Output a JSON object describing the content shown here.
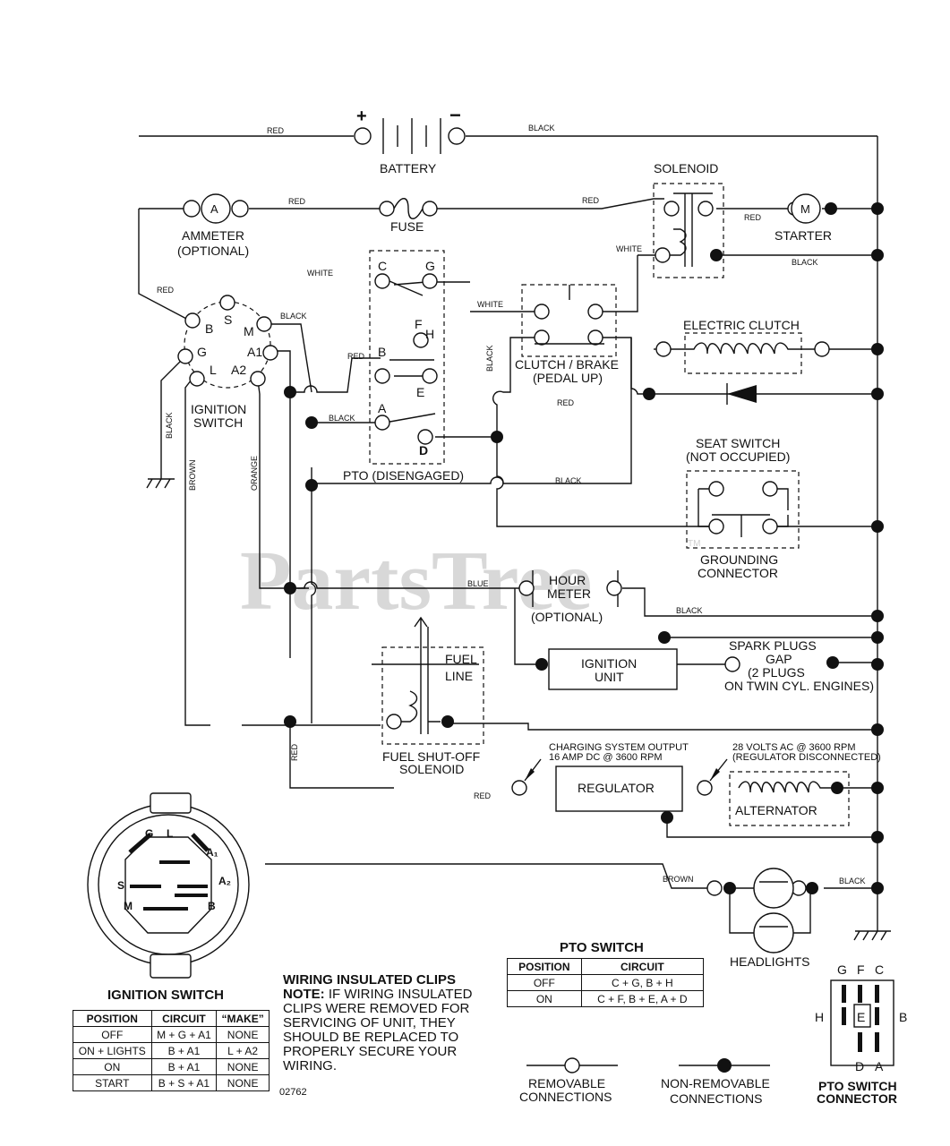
{
  "watermark": "PartsTree",
  "watermark_tm": "TM",
  "components": {
    "battery": "BATTERY",
    "battery_plus": "+",
    "battery_minus": "−",
    "solenoid": "SOLENOID",
    "ammeter_symbol": "A",
    "ammeter_line1": "AMMETER",
    "ammeter_line2": "(OPTIONAL)",
    "fuse": "FUSE",
    "starter_symbol": "M",
    "starter": "STARTER",
    "electric_clutch": "ELECTRIC CLUTCH",
    "clutch_line1": "CLUTCH / BRAKE",
    "clutch_line2": "(PEDAL UP)",
    "ignition_line1": "IGNITION",
    "ignition_line2": "SWITCH",
    "pto": "PTO (DISENGAGED)",
    "seat_line1": "SEAT SWITCH",
    "seat_line2": "(NOT OCCUPIED)",
    "grounding_line1": "GROUNDING",
    "grounding_line2": "CONNECTOR",
    "hour_line1": "HOUR",
    "hour_line2": "METER",
    "hour_line3": "(OPTIONAL)",
    "ign_unit_line1": "IGNITION",
    "ign_unit_line2": "UNIT",
    "spark_line1": "SPARK PLUGS",
    "spark_line2": "GAP",
    "spark_line3": "(2 PLUGS",
    "spark_line4": "ON TWIN CYL. ENGINES)",
    "fuel_line1": "FUEL",
    "fuel_line2": "LINE",
    "fuel_sol_line1": "FUEL SHUT-OFF",
    "fuel_sol_line2": "SOLENOID",
    "charging_line1": "CHARGING SYSTEM OUTPUT",
    "charging_line2": "16 AMP DC @ 3600 RPM",
    "regulator": "REGULATOR",
    "volts_line1": "28 VOLTS AC @ 3600 RPM",
    "volts_line2": "(REGULATOR DISCONNECTED)",
    "alternator": "ALTERNATOR",
    "headlights": "HEADLIGHTS"
  },
  "terminals": {
    "ign_B": "B",
    "ign_S": "S",
    "ign_M": "M",
    "ign_G": "G",
    "ign_L": "L",
    "ign_A1": "A1",
    "ign_A2": "A2",
    "pto_C": "C",
    "pto_G": "G",
    "pto_F": "F",
    "pto_H": "H",
    "pto_B": "B",
    "pto_E": "E",
    "pto_A": "A",
    "pto_D": "D"
  },
  "wires": {
    "red_battery": "RED",
    "black_battery": "BLACK",
    "red_ammeter": "RED",
    "red_solenoid": "RED",
    "red_starter": "RED",
    "white_solenoid": "WHITE",
    "black_solenoid": "BLACK",
    "red_left": "RED",
    "white_pto": "WHITE",
    "black_ign_m": "BLACK",
    "white_clutch": "WHITE",
    "black_clutch": "BLACK",
    "red_pto_b": "RED",
    "red_diode": "RED",
    "black_pto_a": "BLACK",
    "black_ground": "BLACK",
    "brown": "BROWN",
    "orange": "ORANGE",
    "black_seat": "BLACK",
    "blue": "BLUE",
    "black_hour": "BLACK",
    "red_charging": "RED",
    "red_bottom": "RED",
    "brown_head": "BROWN",
    "black_head": "BLACK"
  },
  "connector": {
    "terminal_G": "G",
    "terminal_L": "L",
    "terminal_A1": "A₁",
    "terminal_A2": "A₂",
    "terminal_S": "S",
    "terminal_M": "M",
    "terminal_B": "B"
  },
  "ignition_table": {
    "title": "IGNITION SWITCH",
    "headers": [
      "POSITION",
      "CIRCUIT",
      "“MAKE”"
    ],
    "rows": [
      [
        "OFF",
        "M + G + A1",
        "NONE"
      ],
      [
        "ON + LIGHTS",
        "B + A1",
        "L + A2"
      ],
      [
        "ON",
        "B + A1",
        "NONE"
      ],
      [
        "START",
        "B + S + A1",
        "NONE"
      ]
    ]
  },
  "notes": {
    "title": "WIRING INSULATED CLIPS",
    "label": "NOTE:",
    "line1": " IF WIRING INSULATED",
    "line2": "CLIPS WERE REMOVED FOR",
    "line3": "SERVICING OF UNIT, THEY",
    "line4": "SHOULD BE REPLACED TO",
    "line5": "PROPERLY SECURE YOUR",
    "line6": "WIRING.",
    "code": "02762"
  },
  "pto_table": {
    "title": "PTO SWITCH",
    "headers": [
      "POSITION",
      "CIRCUIT"
    ],
    "rows": [
      [
        "OFF",
        "C + G, B + H"
      ],
      [
        "ON",
        "C + F, B + E, A + D"
      ]
    ]
  },
  "legend": {
    "removable_line1": "REMOVABLE",
    "removable_line2": "CONNECTIONS",
    "nonremovable_line1": "NON-REMOVABLE",
    "nonremovable_line2": "CONNECTIONS"
  },
  "pto_connector": {
    "title_line1": "PTO SWITCH",
    "title_line2": "CONNECTOR",
    "top_G": "G",
    "top_F": "F",
    "top_C": "C",
    "left_H": "H",
    "right_B": "B",
    "center_E": "E",
    "bottom_D": "D",
    "bottom_A": "A"
  }
}
